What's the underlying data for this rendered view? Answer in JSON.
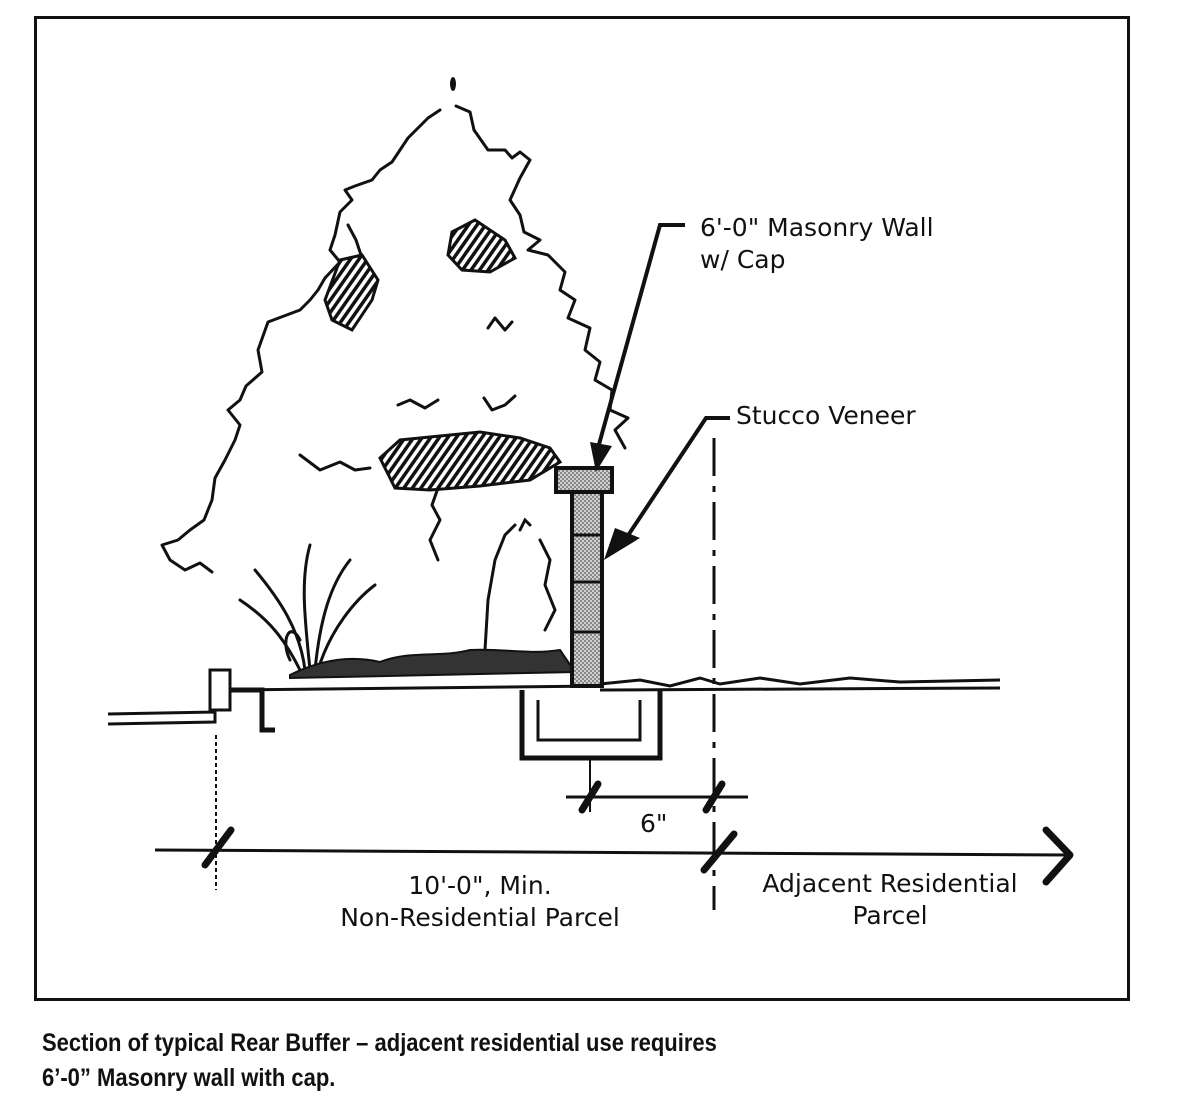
{
  "diagram": {
    "title": "Section of typical Rear Buffer",
    "labels": {
      "wall": [
        "6'-0\" Masonry Wall",
        "w/ Cap"
      ],
      "veneer": "Stucco Veneer",
      "offset": "6\"",
      "buffer": [
        "10'-0\", Min.",
        "Non-Residential Parcel"
      ],
      "adjacent": [
        "Adjacent Residential",
        "Parcel"
      ]
    },
    "components": [
      "tree",
      "shrubs",
      "groundcover",
      "masonry-wall",
      "wall-cap",
      "stucco-veneer",
      "footing",
      "property-line",
      "dimension-line"
    ],
    "colors": {
      "ink": "#111111",
      "fill": "#bdbdbd",
      "paper": "#ffffff"
    }
  },
  "caption": {
    "line1": "Section of typical Rear Buffer – adjacent residential use requires",
    "line2": "6’-0” Masonry wall with cap."
  }
}
